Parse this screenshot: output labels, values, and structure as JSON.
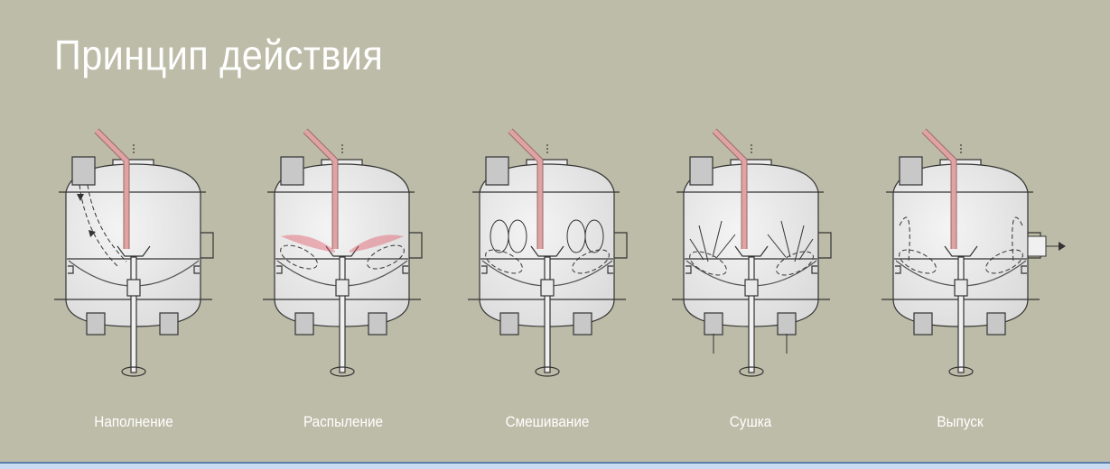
{
  "title": "Принцип действия",
  "stages": [
    {
      "label": "Наполнение"
    },
    {
      "label": "Распыление"
    },
    {
      "label": "Смешивание"
    },
    {
      "label": "Сушка"
    },
    {
      "label": "Выпуск"
    }
  ],
  "colors": {
    "background": "#bdbca8",
    "vessel": "#e6e6e6",
    "tube": "#e0a3a3",
    "spray": "#e05a6a"
  }
}
